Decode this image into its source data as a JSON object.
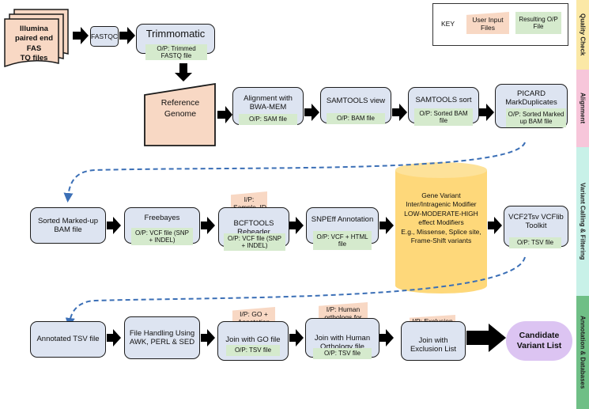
{
  "files": [
    "Illumina",
    "paired end FAS",
    "TQ files"
  ],
  "key": {
    "label": "KEY",
    "input": "User Input Files",
    "output": "Resulting O/P File"
  },
  "bands": [
    "Quality Check",
    "Alignment",
    "Variant Calling & Filtering",
    "Annotation & Databases"
  ],
  "colors": {
    "process": "#dde4f1",
    "output": "#d5eacd",
    "input": "#f8d8c4",
    "candidate": "#dcc4f2",
    "cylinder": "#fed87a"
  },
  "row1": {
    "fastqc": "FASTQC",
    "trimmomatic": "Trimmomatic",
    "trim_out": "O/P: Trimmed FASTQ file"
  },
  "row2": {
    "reference": "Reference Genome",
    "bwa": "Alignment with BWA-MEM",
    "bwa_out": "O/P: SAM file",
    "view": "SAMTOOLS view",
    "view_out": "O/P: BAM file",
    "sort": "SAMTOOLS sort",
    "sort_out": "O/P: Sorted BAM file",
    "picard": "PICARD MarkDuplicates",
    "picard_out": "O/P: Sorted Marked up BAM file"
  },
  "row3": {
    "sorted": "Sorted Marked-up BAM file",
    "freebayes": "Freebayes",
    "freebayes_out": "O/P: VCF file (SNP + INDEL)",
    "sample_in": "I/P: Sample_ID",
    "bcftools": "BCFTOOLS Reheader",
    "bcftools_out": "O/P: VCF file (SNP + INDEL)",
    "snpeff": "SNPEff Annotation",
    "snpeff_out": "O/P: VCF + HTML file",
    "variants": [
      "Gene Variant",
      "Inter/Intragenic Modifier",
      "LOW-MODERATE-HIGH",
      "effect Modifiers",
      "E.g., Missense, Splice site,",
      "Frame-Shift variants"
    ],
    "vcf2tsv": "VCF2Tsv VCFlib Toolkit",
    "vcf2tsv_out": "O/P: TSV file"
  },
  "row4": {
    "annotated": "Annotated TSV file",
    "handling": "File Handling Using AWK, PERL & SED",
    "go_in": "I/P: GO + Annotation file",
    "go": "Join with GO file",
    "go_out": "O/P: TSV file",
    "human_in": "I/P: Human orthologs for genes",
    "human": "Join with Human Orthology file",
    "human_out": "O/P: TSV file",
    "excl_in": "I/P: Exclusion variant list",
    "excl": "Join with Exclusion List",
    "candidate": "Candidate Variant List"
  }
}
